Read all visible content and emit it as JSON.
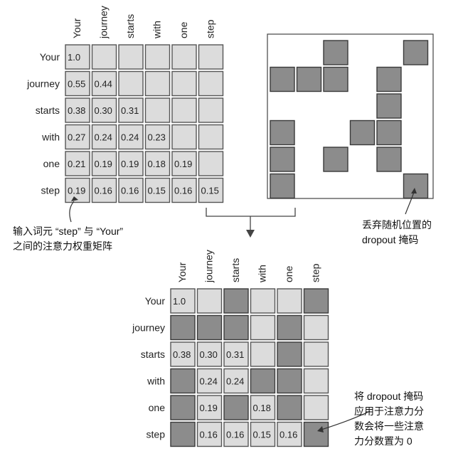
{
  "tokens": [
    "Your",
    "journey",
    "starts",
    "with",
    "one",
    "step"
  ],
  "weights": [
    [
      "1.0",
      "",
      "",
      "",
      "",
      ""
    ],
    [
      "0.55",
      "0.44",
      "",
      "",
      "",
      ""
    ],
    [
      "0.38",
      "0.30",
      "0.31",
      "",
      "",
      ""
    ],
    [
      "0.27",
      "0.24",
      "0.24",
      "0.23",
      "",
      ""
    ],
    [
      "0.21",
      "0.19",
      "0.19",
      "0.18",
      "0.19",
      ""
    ],
    [
      "0.19",
      "0.16",
      "0.16",
      "0.15",
      "0.16",
      "0.15"
    ]
  ],
  "dropout_mask": [
    [
      0,
      0,
      1,
      0,
      0,
      1
    ],
    [
      1,
      1,
      1,
      0,
      1,
      0
    ],
    [
      0,
      0,
      0,
      0,
      1,
      0
    ],
    [
      1,
      0,
      0,
      1,
      1,
      0
    ],
    [
      1,
      0,
      1,
      0,
      1,
      0
    ],
    [
      1,
      0,
      0,
      0,
      0,
      1
    ]
  ],
  "result_dark": [
    [
      0,
      0,
      1,
      0,
      0,
      1
    ],
    [
      1,
      1,
      1,
      0,
      1,
      0
    ],
    [
      0,
      0,
      0,
      0,
      1,
      0
    ],
    [
      1,
      0,
      0,
      1,
      1,
      0
    ],
    [
      1,
      0,
      1,
      0,
      1,
      0
    ],
    [
      1,
      0,
      0,
      0,
      0,
      1
    ]
  ],
  "result_values": [
    [
      "1.0",
      "",
      "",
      "",
      "",
      ""
    ],
    [
      "",
      "",
      "",
      "",
      "",
      ""
    ],
    [
      "0.38",
      "0.30",
      "0.31",
      "",
      "",
      ""
    ],
    [
      "",
      "0.24",
      "0.24",
      "",
      "",
      ""
    ],
    [
      "",
      "0.19",
      "",
      "0.18",
      "",
      ""
    ],
    [
      "",
      "0.16",
      "0.16",
      "0.15",
      "0.16",
      ""
    ]
  ],
  "captions": {
    "attention_weights": [
      "输入词元 “step” 与 “Your”",
      "之间的注意力权重矩阵"
    ],
    "dropout_mask": [
      "丢弃随机位置的",
      "dropout 掩码"
    ],
    "applied": [
      "将 dropout 掩码",
      "应用于注意力分",
      "数会将一些注意",
      "力分数置为 0"
    ]
  },
  "colors": {
    "light_cell": "#dcdcdc",
    "dark_cell": "#8c8c8c",
    "border": "#555555"
  }
}
